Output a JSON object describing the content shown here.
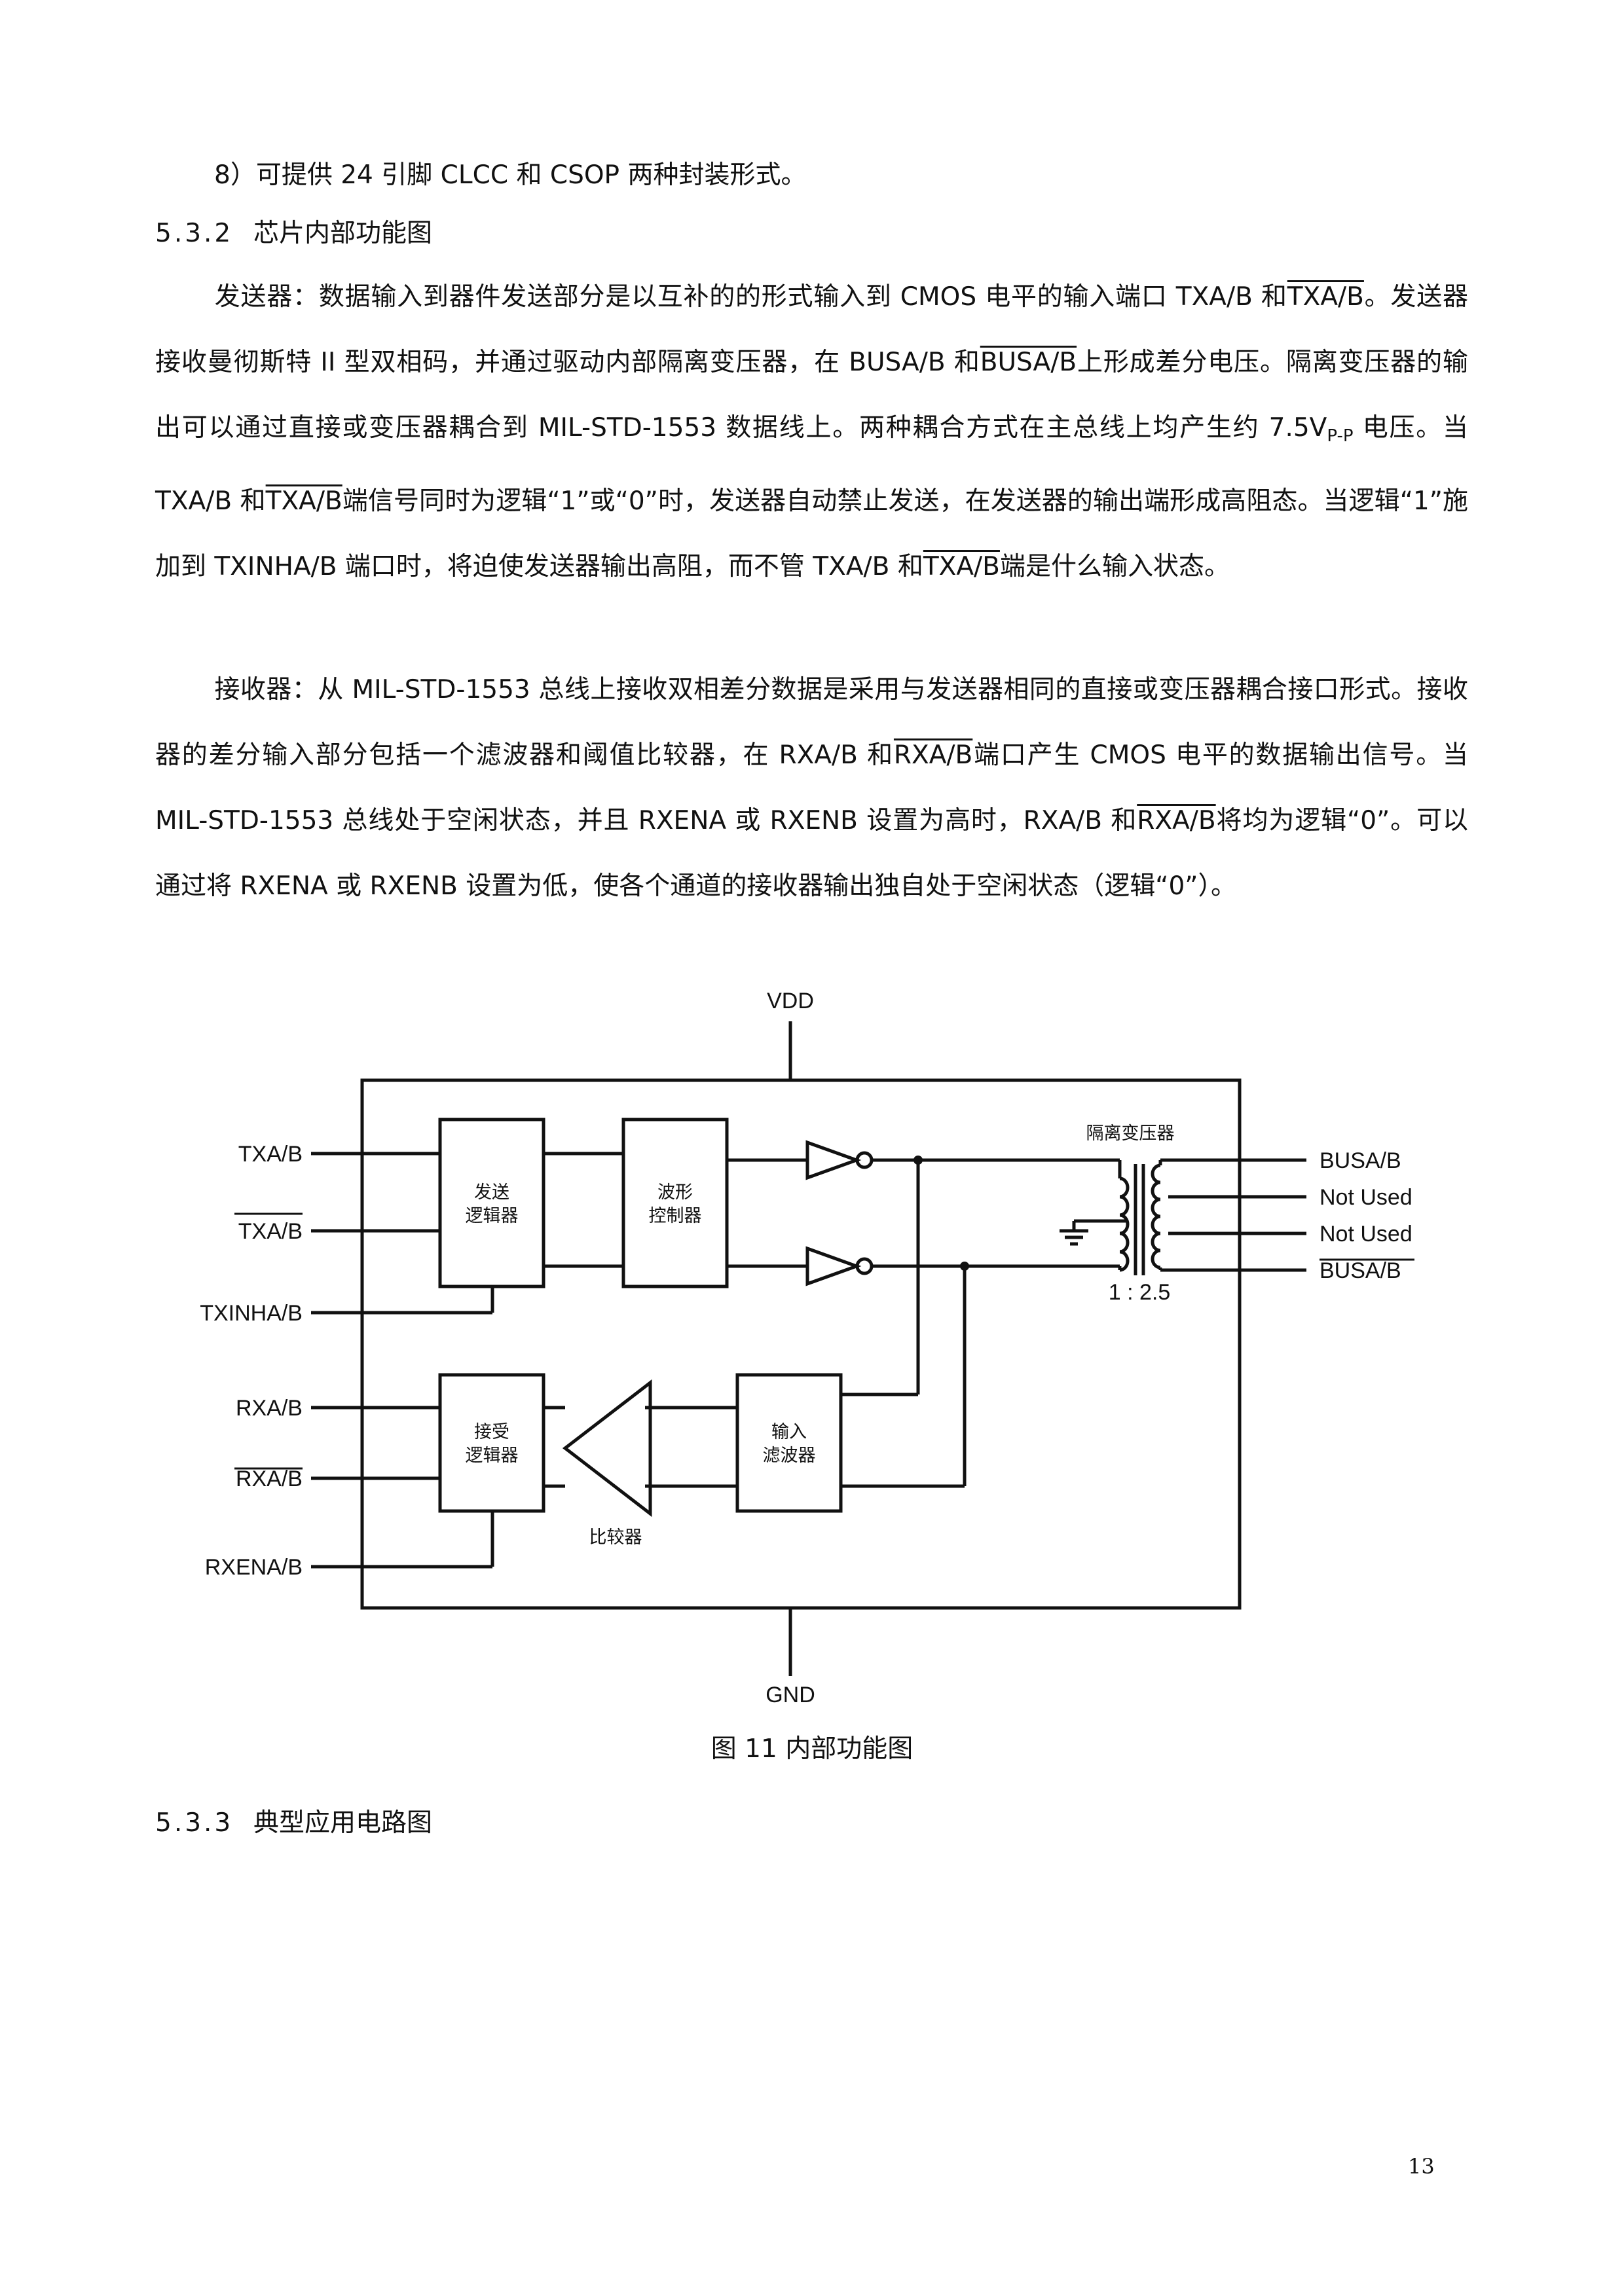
{
  "list_item_8": "8）可提供 24 引脚 CLCC 和 CSOP 两种封装形式。",
  "section_532": {
    "number": "5.3.2",
    "title": "芯片内部功能图"
  },
  "transmitter": {
    "p1": "发送器：数据输入到器件发送部分是以互补的的形式输入到 CMOS 电平的输入端口 TXA/B 和",
    "p1_ol": "TXA/B",
    "p2": "。发送器接收曼彻斯特 II 型双相码，并通过驱动内部隔离变压器，在 BUSA/B 和",
    "p2_ol": "BUSA/B",
    "p3": "上形成差分电压。隔离变压器的输出可以通过直接或变压器耦合到 MIL-STD-1553 数据线上。两种耦合方式在主总线上均产生约 7.5V",
    "p3_sub": "P-P",
    "p4": " 电压。当 TXA/B 和",
    "p4_ol": "TXA/B",
    "p5": "端信号同时为逻辑“1”或“0”时，发送器自动禁止发送，在发送器的输出端形成高阻态。当逻辑“1”施加到 TXINHA/B 端口时，将迫使发送器输出高阻，而不管 TXA/B 和",
    "p5_ol": "TXA/B",
    "p6": "端是什么输入状态。"
  },
  "receiver": {
    "p1": "接收器：从 MIL-STD-1553 总线上接收双相差分数据是采用与发送器相同的直接或变压器耦合接口形式。接收器的差分输入部分包括一个滤波器和阈值比较器，在 RXA/B 和",
    "p1_ol": "RXA/B",
    "p2": "端口产生 CMOS 电平的数据输出信号。当 MIL-STD-1553 总线处于空闲状态，并且 RXENA 或 RXENB 设置为高时，RXA/B 和",
    "p2_ol": "RXA/B",
    "p3": "将均为逻辑“0”。可以通过将 RXENA 或 RXENB 设置为低，使各个通道的接收器输出独自处于空闲状态（逻辑“0”）。"
  },
  "diagram": {
    "vdd": "VDD",
    "gnd": "GND",
    "pins_left": [
      "TXA/B",
      "TXA/B",
      "TXINHA/B",
      "RXA/B",
      "RXA/B",
      "RXENA/B"
    ],
    "pins_right": [
      "BUSA/B",
      "Not Used",
      "Not Used",
      "BUSA/B"
    ],
    "tx_logic": [
      "发送",
      "逻辑器"
    ],
    "waveform": [
      "波形",
      "控制器"
    ],
    "rx_logic": [
      "接受",
      "逻辑器"
    ],
    "filter": [
      "输入",
      "滤波器"
    ],
    "comparator": "比较器",
    "transformer": "隔离变压器",
    "ratio": "1 : 2.5"
  },
  "caption": "图 11  内部功能图",
  "section_533": {
    "number": "5.3.3",
    "title": "典型应用电路图"
  },
  "page_number": "13"
}
